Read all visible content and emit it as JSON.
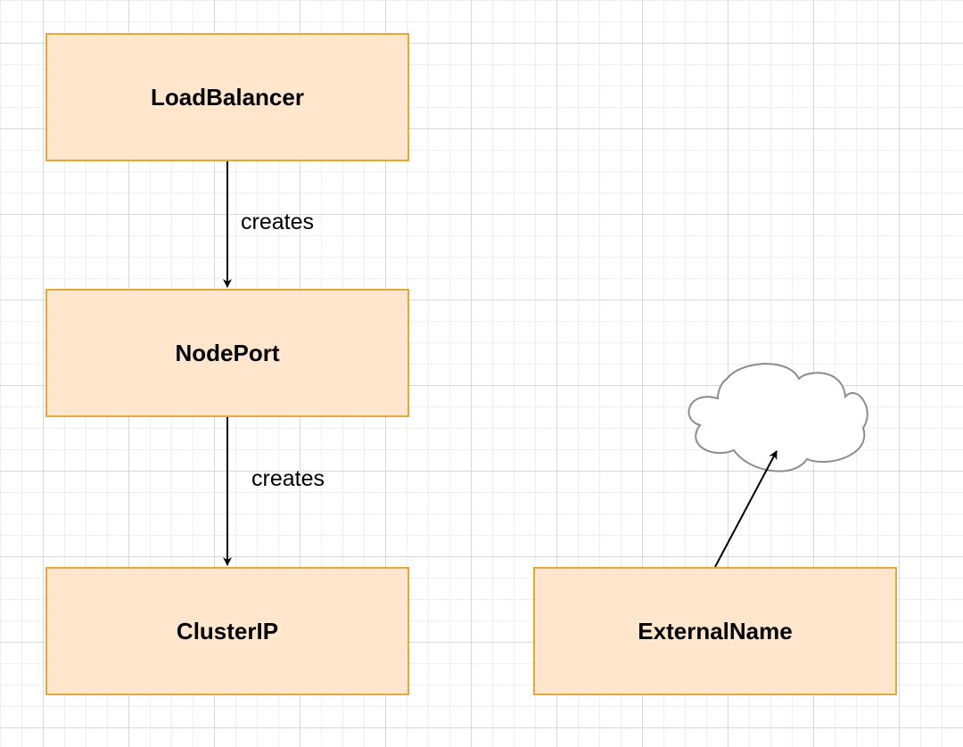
{
  "diagram": {
    "nodes": {
      "load_balancer": "LoadBalancer",
      "node_port": "NodePort",
      "cluster_ip": "ClusterIP",
      "external_name": "ExternalName"
    },
    "edges": {
      "lb_to_np": "creates",
      "np_to_cip": "creates"
    },
    "colors": {
      "node_fill": "#ffe6cc",
      "node_stroke": "#e7a83a",
      "cloud_stroke": "#8c8c8c",
      "edge": "#000000"
    },
    "icons": {
      "external_target": "cloud-icon"
    }
  }
}
